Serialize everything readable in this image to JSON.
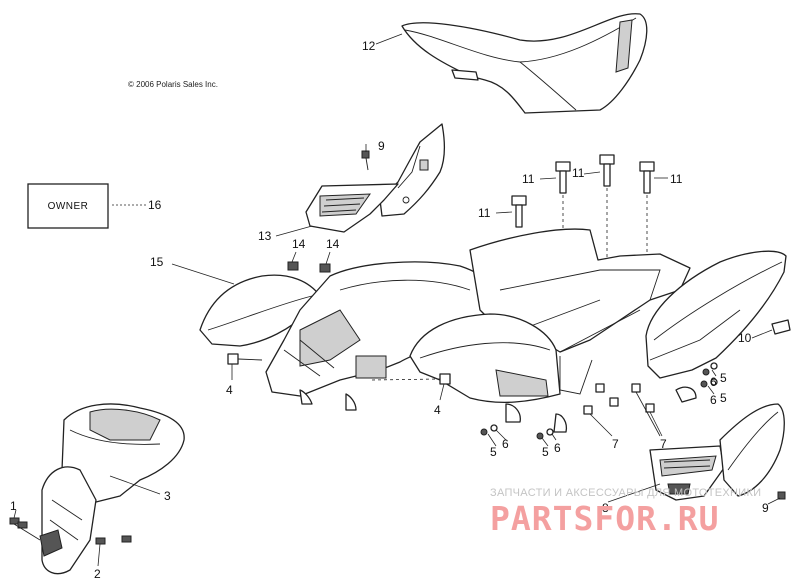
{
  "copyright": "© 2006 Polaris Sales Inc.",
  "decal_text": "OWNER",
  "callouts": {
    "c1": "1",
    "c2": "2",
    "c3": "3",
    "c4a": "4",
    "c4b": "4",
    "c5a": "5",
    "c5b": "5",
    "c5c": "5",
    "c5d": "5",
    "c6a": "6",
    "c6b": "6",
    "c6c": "6",
    "c6d": "6",
    "c7a": "7",
    "c7b": "7",
    "c8": "8",
    "c9a": "9",
    "c9b": "9",
    "c10": "10",
    "c11a": "11",
    "c11b": "11",
    "c11c": "11",
    "c11d": "11",
    "c12": "12",
    "c13": "13",
    "c14a": "14",
    "c14b": "14",
    "c15": "15",
    "c16": "16"
  },
  "watermark": {
    "line1": "ЗАПЧАСТИ И АКСЕССУАРЫ ДЛЯ МОТОТЕХНИКИ",
    "line2": "PARTSFOR.RU"
  },
  "colors": {
    "line": "#222222",
    "watermark": "#f4a0a0",
    "shade": "#cfcfcf"
  }
}
